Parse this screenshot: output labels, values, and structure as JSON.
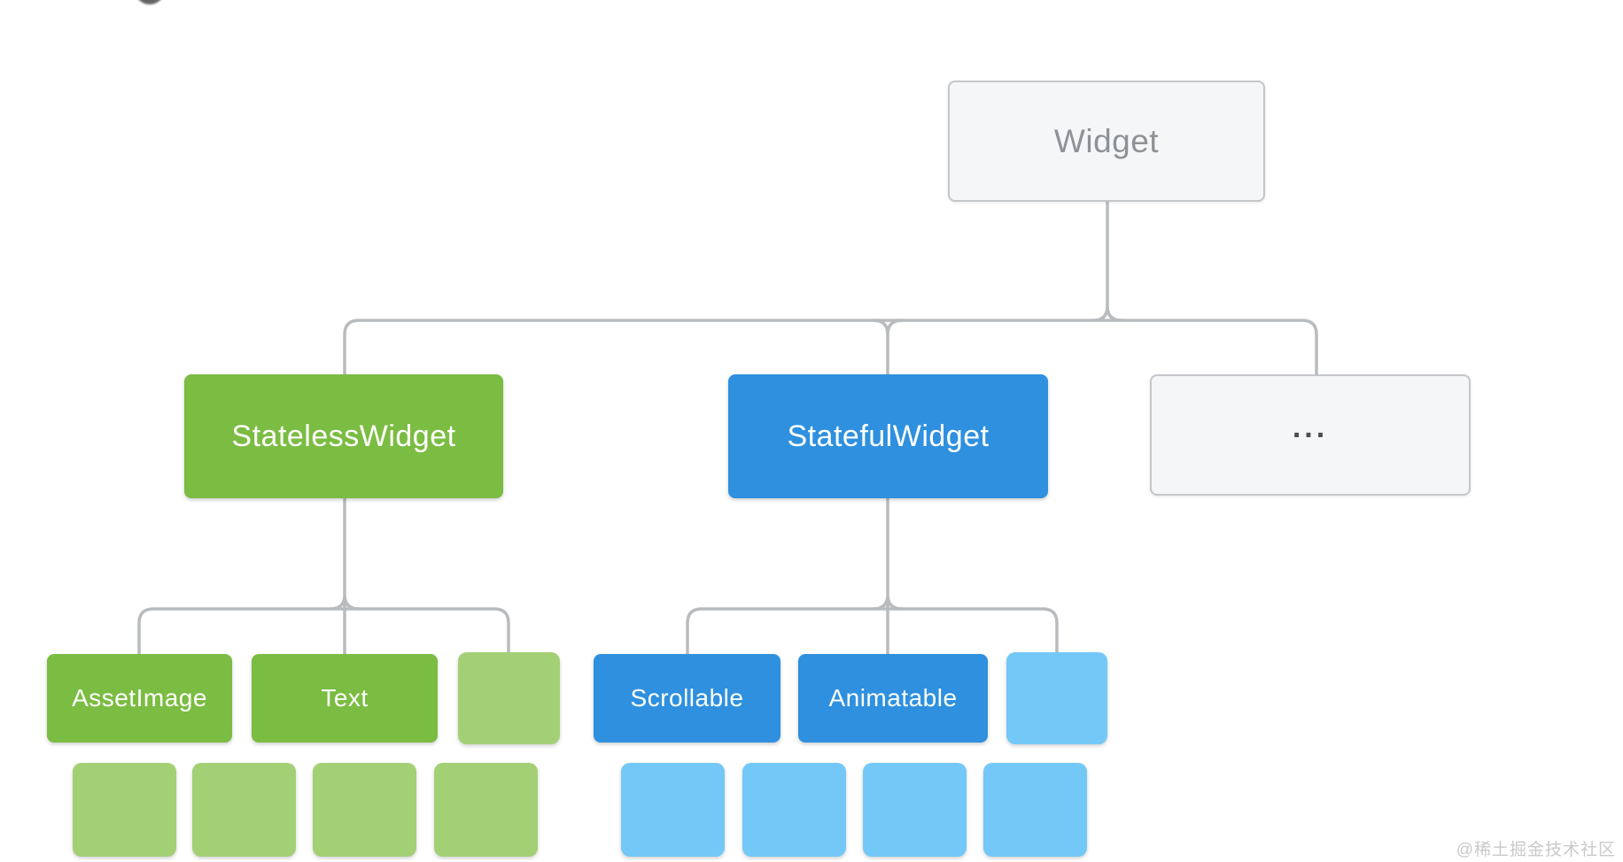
{
  "colors": {
    "green": "#7bbc42",
    "green_light": "#a3d075",
    "blue": "#2e90df",
    "blue_light": "#74c8f7",
    "neutral_bg": "#f5f6f7",
    "neutral_border": "#c4c7ca",
    "neutral_text": "#8e9296",
    "connector": "#b9bcbe",
    "watermark_color": "#c9c9c9"
  },
  "tree": {
    "root": {
      "label": "Widget"
    },
    "children": [
      {
        "label": "StatelessWidget",
        "children": [
          {
            "label": "AssetImage"
          },
          {
            "label": "Text"
          },
          {
            "label": ""
          }
        ]
      },
      {
        "label": "StatefulWidget",
        "children": [
          {
            "label": "Scrollable"
          },
          {
            "label": "Animatable"
          },
          {
            "label": ""
          }
        ]
      },
      {
        "label": "..."
      }
    ]
  },
  "watermark": {
    "label": "@稀土掘金技术社区"
  }
}
